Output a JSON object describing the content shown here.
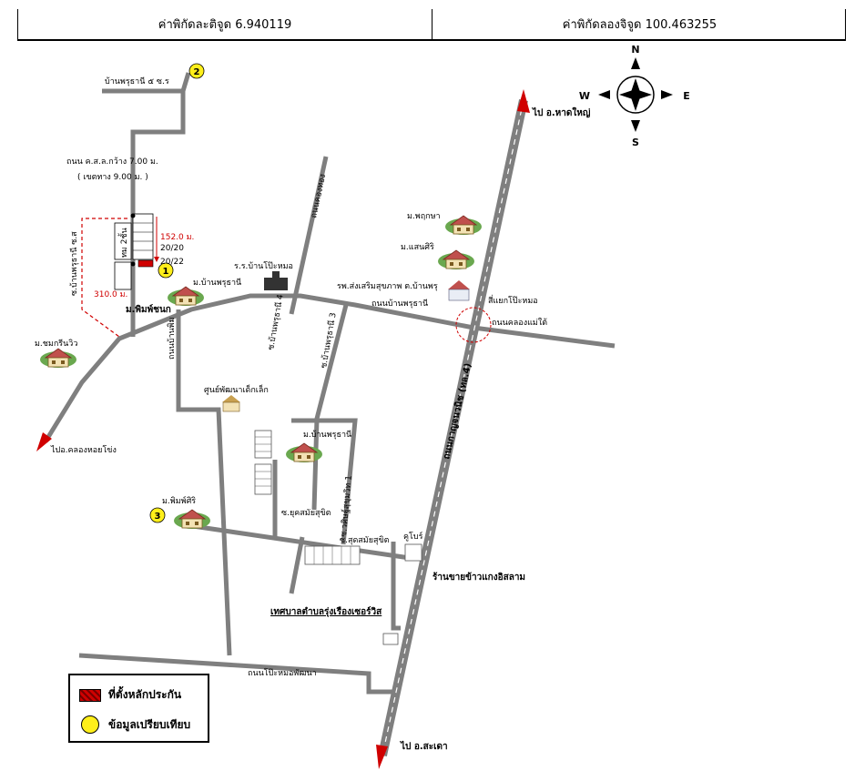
{
  "header": {
    "latitude": "ค่าพิกัดละติจูด 6.940119",
    "longitude": "ค่าพิกัดลองจิจูด 100.463255"
  },
  "compass": {
    "north": "N",
    "south": "S",
    "east": "E",
    "west": "W"
  },
  "labels": {
    "to_hatyai": "ไป อ.หาดใหญ่",
    "to_sadao": "ไป อ.สะเดา",
    "to_khlonghoikhong": "ไปอ.คลองหอยโข่ง",
    "village_5": "บ้านพรุธานี ๕ ซ.ร",
    "road_width": "ถนน ค.ส.ล.กว้าง 7.00 ม.",
    "road_width_sub": "( เขตทาง 9.00 ม. )",
    "dist_152": "152.0 ม.",
    "dist_310": "310.0 ม.",
    "lot_a": "20/20",
    "lot_b": "20/22",
    "soi_pruthani": "ซ.บ้านพรุธานี ซ.ส",
    "row_house": "ทม 2ชั้น",
    "m_phimchanok": "ม.พิมพ์ชนก",
    "m_banpruthani": "ม.บ้านพรุธานี",
    "school": "ร.ร.บ้านโป๊ะหมอ",
    "road_kongthong": "ถนนคองทอง",
    "m_chomkrinwin": "ม.ชมกรีนวิว",
    "m_phrukasa": "ม.พฤกษา",
    "m_saensiri": "ม.แสนศิริ",
    "hospital": "รพ.ส่งเสริมสุขภาพ ต.บ้านพรุ",
    "junction": "สี่แยกโป๊ะหมอ",
    "road_khlongmai": "ถนนคลองแม่ใต้",
    "road_banpru": "ถนนบ้านพรุธานี",
    "soi_4": "ซ.บ้านพรุธานี 4",
    "soi_3": "ซ.บ้านพรุธานี 3",
    "road_side": "ถนนบ้านพิม",
    "child_center": "ศูนย์พัฒนาเด็กเล็ก",
    "highway": "ถนนกาญจนวนิช (ทล.4)",
    "m_banpruthani2": "ม.บ้านพรุธานี",
    "soi_1": "ซ.วศิษฐ์สุขุมวิท 1",
    "soi_sukhum": "ซ.ยุคสมัยสุขิต",
    "m_phimsiri": "ม.พิมพ์ศิริ",
    "soi_sukhum2": "ซ.สุดสมัยสุขิต",
    "kubo": "คูโบร์",
    "rice_shop": "ร้านขายข้าวแกงอิสลาม",
    "municipality": "เทศบาลตำบลรุ่งเรืองเซอร์วิส",
    "road_poh_pattana": "ถนนโป๊ะหมอพัฒนา",
    "marker_1": "1",
    "marker_2": "2",
    "marker_3": "3"
  },
  "legend": {
    "item_1": "ที่ตั้งหลักประกัน",
    "item_2": "ข้อมูลเปรียบเทียบ"
  },
  "colors": {
    "road": "#7f7f7f",
    "highway_arrow": "#d00000",
    "marker": "#ffef1a",
    "subject": "#d00000"
  }
}
